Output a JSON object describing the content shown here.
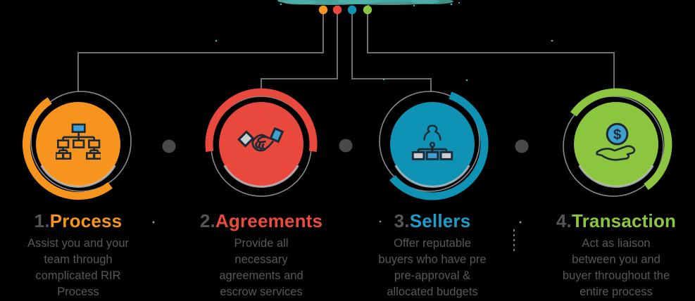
{
  "colors": {
    "background": "#000000",
    "line_gray": "#6F7072",
    "connector_dot_gray": "#48494B",
    "ring_gray": "#8A8B8D",
    "disc_inner_shadow": "#C6CBCF",
    "icon_navy": "#1D2A36",
    "icon_blue": "#3E9FD0",
    "icon_gray": "#C9CED3",
    "number_gray": "#55565A",
    "body_text_gray": "#58585A",
    "brush_teal": "#4FB3AB"
  },
  "steps": [
    {
      "number": "1.",
      "title": "Process",
      "color": "#F7941E",
      "title_color": "#F7941E",
      "icon": "org-chart-icon",
      "desc_lines": [
        "Assist you and your",
        "team through",
        "complicated RIR",
        "Process"
      ]
    },
    {
      "number": "2.",
      "title": "Agreements",
      "color": "#E9483C",
      "title_color": "#EA4B3D",
      "icon": "handshake-icon",
      "desc_lines": [
        "Provide all",
        "necessary",
        "agreements and",
        "escrow services"
      ]
    },
    {
      "number": "3.",
      "title": "Sellers",
      "color": "#0F93B5",
      "title_color": "#1E9CC9",
      "icon": "buyer-network-icon",
      "desc_lines": [
        "Offer reputable",
        "buyers who have pre",
        "pre-approval &",
        "allocated budgets"
      ]
    },
    {
      "number": "4.",
      "title": "Transaction",
      "color": "#8CC63F",
      "title_color": "#8CC63F",
      "icon": "hand-dollar-icon",
      "dollar_symbol": "$",
      "desc_lines": [
        "Act as liaison",
        "between you and",
        "buyer throughout the",
        "entire process"
      ]
    }
  ]
}
